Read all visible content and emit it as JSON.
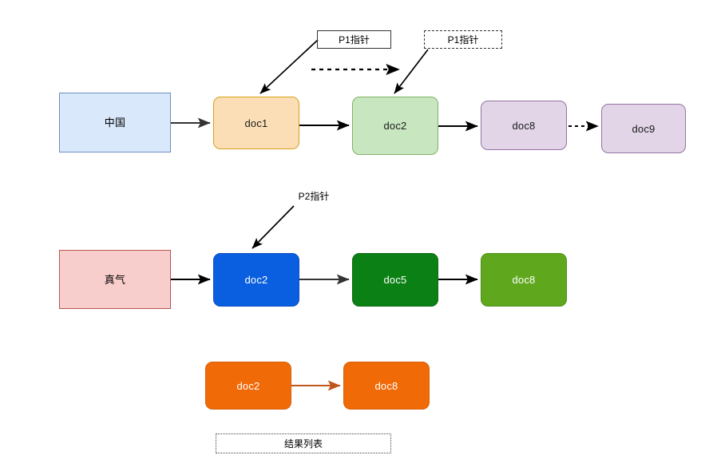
{
  "diagram": {
    "title": "doc pointer merge diagram",
    "background": "#ffffff",
    "rows": [
      {
        "id": "row-1",
        "name": "posting-list-1",
        "head": {
          "label": "中国",
          "fill": "#dae8fc",
          "stroke": "#6c8ebf",
          "shape": "rect"
        },
        "nodes": [
          {
            "label": "doc1",
            "fill": "#fbdeb5",
            "stroke": "#d6a219",
            "shape": "round"
          },
          {
            "label": "doc2",
            "fill": "#c8e6c0",
            "stroke": "#82b366",
            "shape": "round"
          },
          {
            "label": "doc8",
            "fill": "#e1d5e7",
            "stroke": "#9673a6",
            "shape": "round"
          },
          {
            "label": "doc9",
            "fill": "#e1d5e7",
            "stroke": "#9673a6",
            "shape": "round"
          }
        ]
      },
      {
        "id": "row-2",
        "name": "posting-list-2",
        "head": {
          "label": "真气",
          "fill": "#f8cecc",
          "stroke": "#b85450",
          "shape": "rect"
        },
        "nodes": [
          {
            "label": "doc2",
            "fill": "#0a5fe0",
            "stroke": "#0a4fc0",
            "shape": "round"
          },
          {
            "label": "doc5",
            "fill": "#0b8014",
            "stroke": "#0a6b10",
            "shape": "round"
          },
          {
            "label": "doc8",
            "fill": "#5fa81e",
            "stroke": "#528f1a",
            "shape": "round"
          }
        ]
      },
      {
        "id": "row-3",
        "name": "result-list",
        "nodes": [
          {
            "label": "doc2",
            "fill": "#f06a08",
            "stroke": "#d85f06",
            "shape": "round"
          },
          {
            "label": "doc8",
            "fill": "#f06a08",
            "stroke": "#d85f06",
            "shape": "round"
          }
        ]
      }
    ],
    "labels": [
      {
        "id": "p1-pointer-solid",
        "text": "P1指针",
        "border": "solid"
      },
      {
        "id": "p1-pointer-dashed",
        "text": "P1指针",
        "border": "dashed"
      },
      {
        "id": "p2-pointer",
        "text": "P2指针",
        "border": "none"
      },
      {
        "id": "result-list-caption",
        "text": "结果列表",
        "border": "dotted"
      }
    ],
    "connectors": [
      {
        "id": "cn-to-doc1",
        "style": "solid",
        "color": "#333333"
      },
      {
        "id": "doc1-to-doc2",
        "style": "solid",
        "color": "#000000"
      },
      {
        "id": "doc2-to-doc8",
        "style": "solid",
        "color": "#000000"
      },
      {
        "id": "doc8-to-doc9",
        "style": "dashed",
        "color": "#000000"
      },
      {
        "id": "p1-solid-to-doc1",
        "style": "solid",
        "color": "#000000"
      },
      {
        "id": "p1-dashed-to-doc2",
        "style": "solid",
        "color": "#000000"
      },
      {
        "id": "advance-hint",
        "style": "dashed",
        "color": "#000000"
      },
      {
        "id": "zq-to-doc2",
        "style": "solid",
        "color": "#000000"
      },
      {
        "id": "doc2-to-doc5",
        "style": "solid",
        "color": "#333333"
      },
      {
        "id": "doc5-to-doc8",
        "style": "solid",
        "color": "#000000"
      },
      {
        "id": "p2-to-doc2",
        "style": "solid",
        "color": "#000000"
      },
      {
        "id": "result-doc2-to-doc8",
        "style": "solid",
        "color": "#c0561a"
      }
    ]
  }
}
